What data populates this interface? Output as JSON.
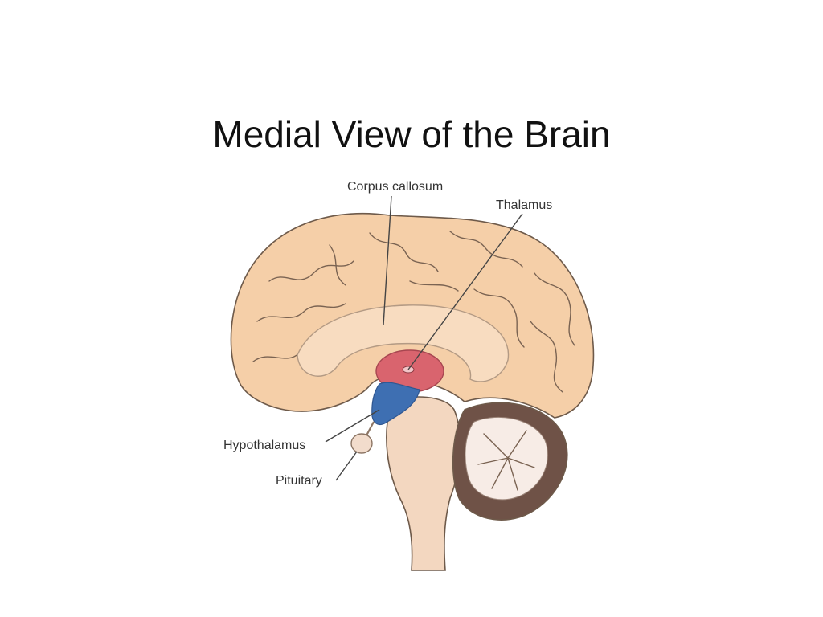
{
  "slide": {
    "title": "Medial View of the Brain"
  },
  "diagram": {
    "labels": {
      "corpus_callosum": "Corpus callosum",
      "thalamus": "Thalamus",
      "hypothalamus": "Hypothalamus",
      "pituitary": "Pituitary"
    },
    "colors": {
      "cerebrum": "#f5cfa8",
      "corpus_callosum": "#f8dcc0",
      "thalamus": "#d9646e",
      "hypothalamus": "#3e6fb2",
      "brainstem": "#f3d7c0",
      "cerebellum_outer": "#6f5247",
      "cerebellum_inner": "#f7ece6"
    }
  }
}
